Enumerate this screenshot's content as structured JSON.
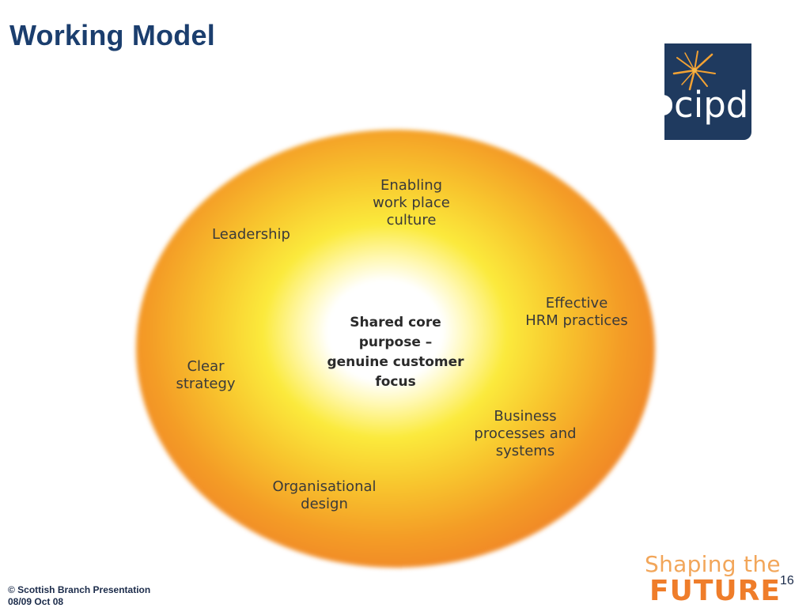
{
  "slide": {
    "title": "Working Model",
    "page_number": "16"
  },
  "logo": {
    "text": "cipd"
  },
  "diagram": {
    "core": [
      "Shared core",
      "purpose –",
      "genuine customer",
      "focus"
    ],
    "labels": {
      "enabling": [
        "Enabling",
        "work place",
        "culture"
      ],
      "leadership": [
        "Leadership"
      ],
      "effective_hrm": [
        "Effective",
        "HRM practices"
      ],
      "clear_strategy": [
        "Clear",
        "strategy"
      ],
      "business_processes": [
        "Business",
        "processes and",
        "systems"
      ],
      "organisational_design": [
        "Organisational",
        "design"
      ]
    }
  },
  "footer": {
    "copyright_line1": "© Scottish Branch Presentation",
    "copyright_line2": "08/09 Oct 08",
    "tagline_line1": "Shaping the",
    "tagline_line2": "FUTURE"
  }
}
